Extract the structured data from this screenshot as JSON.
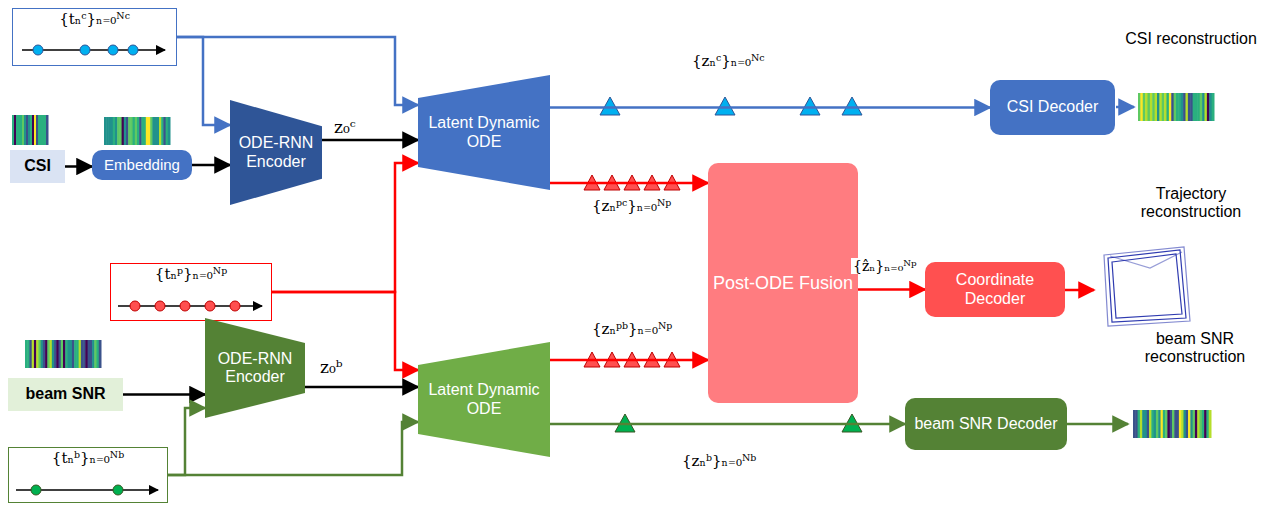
{
  "diagram": {
    "nodes": [
      {
        "text": [
          "{tₙᶜ}ₙ₌₀ᴺᶜ"
        ]
      },
      {
        "text": [
          "CSI"
        ]
      },
      {
        "text": [
          "Embedding"
        ]
      },
      {
        "text": [
          "ODE-RNN Encoder"
        ]
      },
      {
        "text": [
          "Latent Dynamic ODE"
        ]
      },
      {
        "text": [
          "CSI Decoder"
        ]
      },
      {
        "text": [
          "{tₙᵖ}ₙ₌₀ᴺᵖ"
        ]
      },
      {
        "text": [
          "Post-ODE Fusion"
        ]
      },
      {
        "text": [
          "Coordinate Decoder"
        ]
      },
      {
        "text": [
          "beam SNR"
        ]
      },
      {
        "text": [
          "ODE-RNN Encoder"
        ]
      },
      {
        "text": [
          "Latent Dynamic ODE"
        ]
      },
      {
        "text": [
          "beam SNR Decoder"
        ]
      },
      {
        "text": [
          "{tₙᵇ}ₙ₌₀ᴺᵇ"
        ]
      }
    ],
    "edges": [
      {
        "from": 0,
        "to": 3,
        "arrow": "to"
      },
      {
        "from": 0,
        "to": 4,
        "arrow": "to"
      },
      {
        "from": 1,
        "to": 2,
        "arrow": "to"
      },
      {
        "from": 2,
        "to": 3,
        "arrow": "to"
      },
      {
        "from": 3,
        "to": 4,
        "arrow": "to"
      },
      {
        "from": 6,
        "to": 4,
        "arrow": "to"
      },
      {
        "from": 6,
        "to": 11,
        "arrow": "to"
      },
      {
        "from": 4,
        "to": 5,
        "arrow": "to"
      },
      {
        "from": 4,
        "to": 7,
        "arrow": "to"
      },
      {
        "from": 11,
        "to": 7,
        "arrow": "to"
      },
      {
        "from": 7,
        "to": 8,
        "arrow": "to"
      },
      {
        "from": 9,
        "to": 10,
        "arrow": "to"
      },
      {
        "from": 10,
        "to": 11,
        "arrow": "to"
      },
      {
        "from": 13,
        "to": 10,
        "arrow": "to"
      },
      {
        "from": 13,
        "to": 11,
        "arrow": "to"
      },
      {
        "from": 11,
        "to": 12,
        "arrow": "to"
      }
    ],
    "labels": [
      "z₀ᶜ",
      "{zₙᶜ}ₙ₌₀ᴺᶜ",
      "{zₙᵖᶜ}ₙ₌₀ᴺᵖ",
      "{ẑₙ}ₙ₌₀ᴺᵖ",
      "{zₙᵖᵇ}ₙ₌₀ᴺᵖ",
      "z₀ᵇ",
      "{zₙᵇ}ₙ₌₀ᴺᵇ",
      "CSI reconstruction",
      "Trajectory reconstruction",
      "beam SNR reconstruction"
    ]
  }
}
